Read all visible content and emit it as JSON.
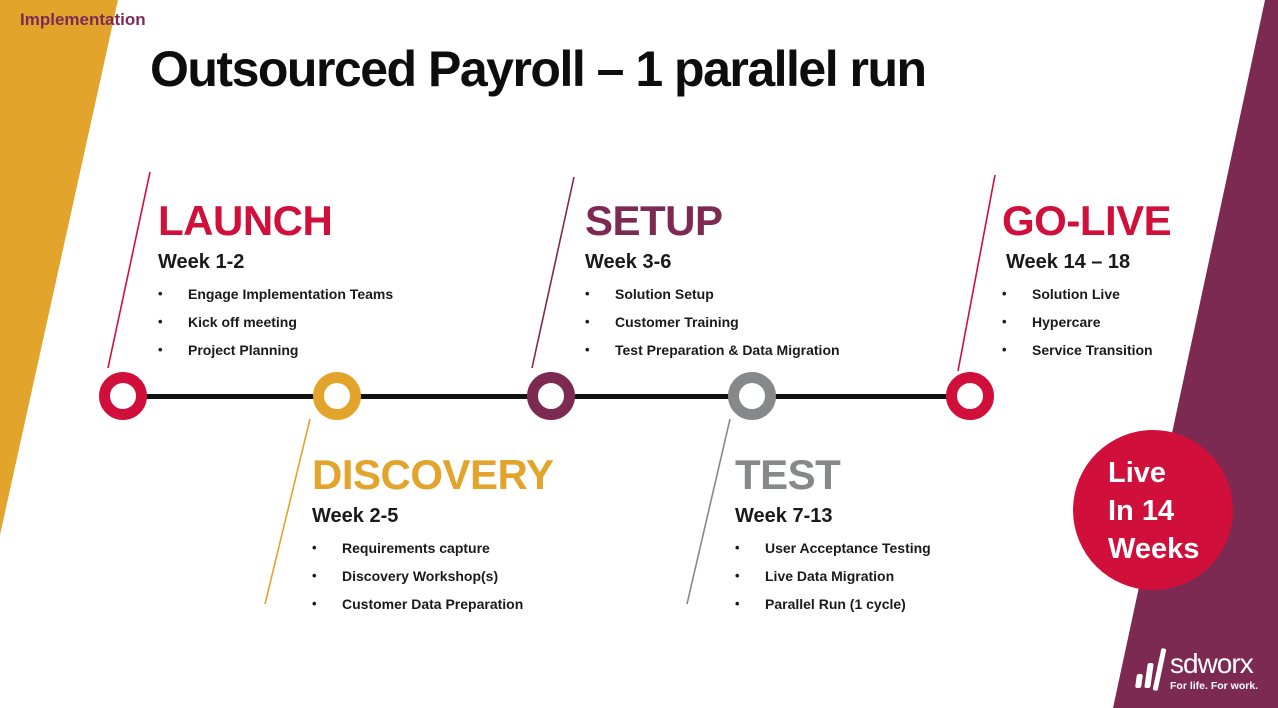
{
  "slide": {
    "tag": "Implementation",
    "title": "Outsourced Payroll – 1 parallel run"
  },
  "phases": [
    {
      "label": "LAUNCH",
      "week": "Week 1-2",
      "color": "#D0103A",
      "bullets": [
        "Engage Implementation Teams",
        "Kick off meeting",
        "Project Planning"
      ]
    },
    {
      "label": "DISCOVERY",
      "week": "Week 2-5",
      "color": "#E2A42B",
      "bullets": [
        "Requirements capture",
        "Discovery Workshop(s)",
        "Customer Data Preparation"
      ]
    },
    {
      "label": "SETUP",
      "week": "Week 3-6",
      "color": "#7C2A52",
      "bullets": [
        "Solution Setup",
        "Customer Training",
        "Test Preparation & Data Migration"
      ]
    },
    {
      "label": "TEST",
      "week": "Week 7-13",
      "color": "#87888A",
      "bullets": [
        "User Acceptance Testing",
        "Live Data Migration",
        "Parallel Run (1 cycle)"
      ]
    },
    {
      "label": "GO-LIVE",
      "week": "Week 14 – 18",
      "color": "#D0103A",
      "bullets": [
        "Solution Live",
        "Hypercare",
        "Service Transition"
      ]
    }
  ],
  "badge": {
    "line1": "Live",
    "line2": "In 14",
    "line3": "Weeks"
  },
  "logo": {
    "name": "sdworx",
    "tagline": "For life. For work."
  },
  "colors": {
    "red": "#D0103A",
    "gold": "#E2A42B",
    "plum": "#7C2A52",
    "gray": "#87888A",
    "timeline": "#111111",
    "tag_text": "#7D2B55"
  }
}
